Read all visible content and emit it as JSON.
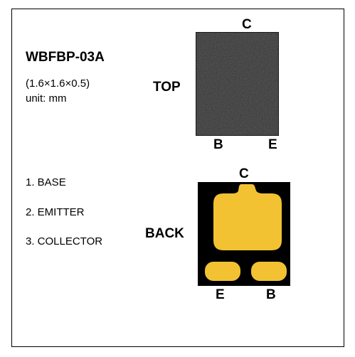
{
  "part": {
    "name": "WBFBP-03A",
    "dimensions": "(1.6×1.6×0.5)",
    "unit": "unit: mm"
  },
  "top_view": {
    "label": "TOP",
    "pin_top": "C",
    "pin_bottom_left": "B",
    "pin_bottom_right": "E",
    "chip_color": "#2b2b2b"
  },
  "back_view": {
    "label": "BACK",
    "pin_top": "C",
    "pin_bottom_left": "E",
    "pin_bottom_right": "B",
    "pad_color": "#f2c232",
    "background_color": "#000000"
  },
  "pins": [
    "1. BASE",
    "2. EMITTER",
    "3. COLLECTOR"
  ]
}
